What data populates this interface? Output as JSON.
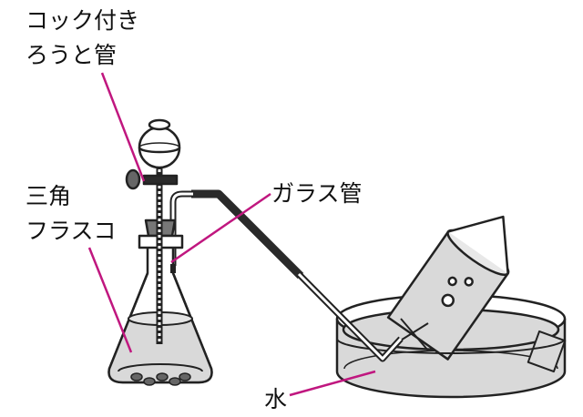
{
  "labels": {
    "funnel_line1": "コック付き",
    "funnel_line2": "ろうと管",
    "flask_line1": "三角",
    "flask_line2": "フラスコ",
    "glass_tube": "ガラス管",
    "water": "水"
  },
  "colors": {
    "leader": "#c0177f",
    "liquid": "#d9d9d9",
    "stroke": "#222222",
    "rubber": "#2a2a2a",
    "stopper": "#777777"
  }
}
